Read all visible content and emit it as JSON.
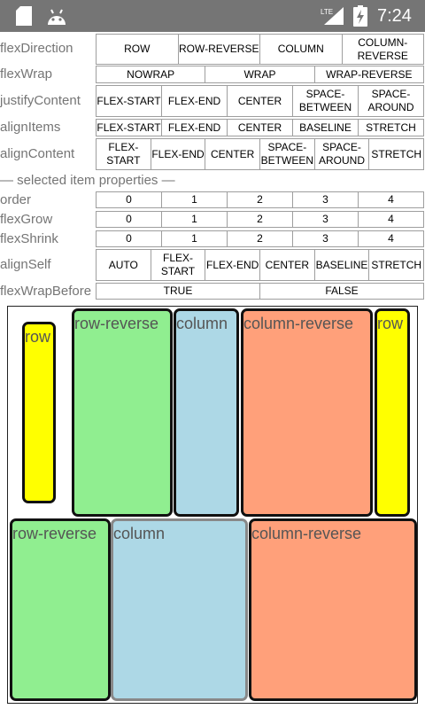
{
  "status_bar": {
    "network": "LTE",
    "time": "7:24"
  },
  "controls": {
    "flexDirection": {
      "label": "flexDirection",
      "options": [
        "ROW",
        "ROW-REVERSE",
        "COLUMN",
        "COLUMN-REVERSE"
      ]
    },
    "flexWrap": {
      "label": "flexWrap",
      "options": [
        "NOWRAP",
        "WRAP",
        "WRAP-REVERSE"
      ]
    },
    "justifyContent": {
      "label": "justifyContent",
      "options": [
        "FLEX-START",
        "FLEX-END",
        "CENTER",
        "SPACE-BETWEEN",
        "SPACE-AROUND"
      ]
    },
    "alignItems": {
      "label": "alignItems",
      "options": [
        "FLEX-START",
        "FLEX-END",
        "CENTER",
        "BASELINE",
        "STRETCH"
      ]
    },
    "alignContent": {
      "label": "alignContent",
      "options": [
        "FLEX-START",
        "FLEX-END",
        "CENTER",
        "SPACE-BETWEEN",
        "SPACE-AROUND",
        "STRETCH"
      ]
    }
  },
  "selected_section": {
    "title": "— selected item properties —"
  },
  "item_properties": {
    "order": {
      "label": "order",
      "options": [
        "0",
        "1",
        "2",
        "3",
        "4"
      ]
    },
    "flexGrow": {
      "label": "flexGrow",
      "options": [
        "0",
        "1",
        "2",
        "3",
        "4"
      ]
    },
    "flexShrink": {
      "label": "flexShrink",
      "options": [
        "0",
        "1",
        "2",
        "3",
        "4"
      ]
    },
    "alignSelf": {
      "label": "alignSelf",
      "options": [
        "AUTO",
        "FLEX-START",
        "FLEX-END",
        "CENTER",
        "BASELINE",
        "STRETCH"
      ]
    },
    "flexWrapBefore": {
      "label": "flexWrapBefore",
      "options": [
        "TRUE",
        "FALSE"
      ]
    }
  },
  "demo_items": [
    {
      "label": "row",
      "color": "#ffff00"
    },
    {
      "label": "row-reverse",
      "color": "#90ee90"
    },
    {
      "label": "column",
      "color": "#add8e6"
    },
    {
      "label": "column-reverse",
      "color": "#ffa07a"
    },
    {
      "label": "row",
      "color": "#ffff00"
    },
    {
      "label": "row-reverse",
      "color": "#90ee90"
    },
    {
      "label": "column",
      "color": "#add8e6"
    },
    {
      "label": "column-reverse",
      "color": "#ffa07a"
    }
  ]
}
